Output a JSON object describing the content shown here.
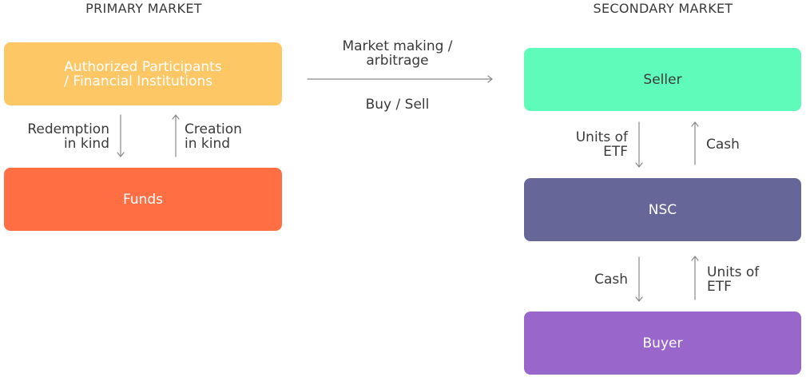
{
  "headings": {
    "primary": "PRIMARY MARKET",
    "secondary": "SECONDARY MARKET"
  },
  "colors": {
    "authorized_participants": "#fdc766",
    "funds": "#ff6f43",
    "seller": "#5efbbb",
    "nsc": "#676699",
    "buyer": "#9966cb",
    "arrow": "#8a8a8a",
    "text": "#3a3a3a"
  },
  "primary": {
    "authorized_participants": {
      "line1": "Authorized Participants",
      "line2": "/ Financial Institutions"
    },
    "funds": "Funds",
    "redemption": {
      "line1": "Redemption",
      "line2": "in kind"
    },
    "creation": {
      "line1": "Creation",
      "line2": "in kind"
    }
  },
  "middle": {
    "market_making": {
      "line1": "Market making /",
      "line2": "arbitrage"
    },
    "buy_sell": "Buy / Sell"
  },
  "secondary": {
    "seller": "Seller",
    "nsc": "NSC",
    "buyer": "Buyer",
    "seller_nsc_down": {
      "line1": "Units of",
      "line2": "ETF"
    },
    "seller_nsc_up": "Cash",
    "nsc_buyer_down": "Cash",
    "nsc_buyer_up": {
      "line1": "Units of",
      "line2": "ETF"
    }
  }
}
